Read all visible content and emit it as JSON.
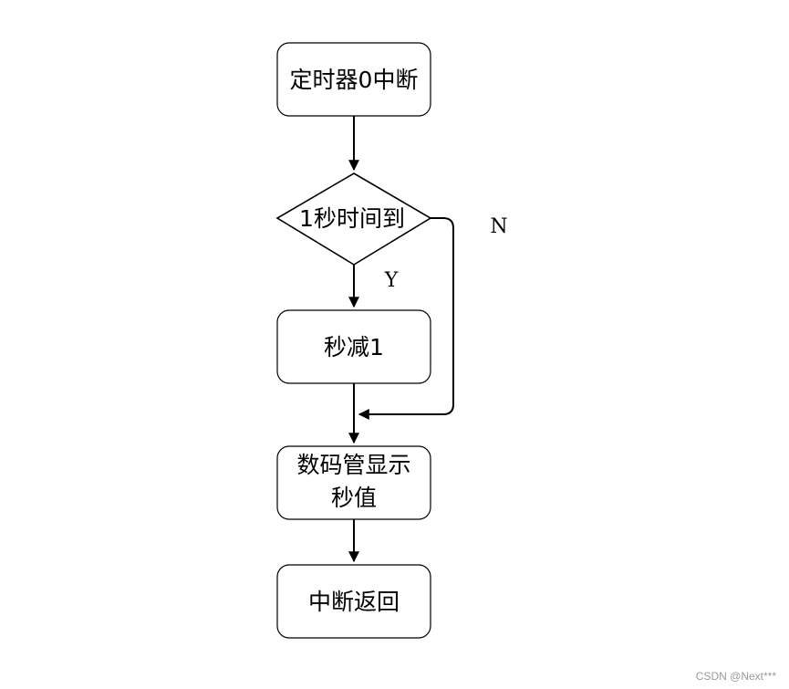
{
  "nodes": {
    "start": "定时器0中断",
    "decision": "1秒时间到",
    "decrement": "秒减1",
    "display_line1": "数码管显示",
    "display_line2": "秒值",
    "end": "中断返回"
  },
  "branches": {
    "yes": "Y",
    "no": "N"
  },
  "watermark": "CSDN @Next***"
}
